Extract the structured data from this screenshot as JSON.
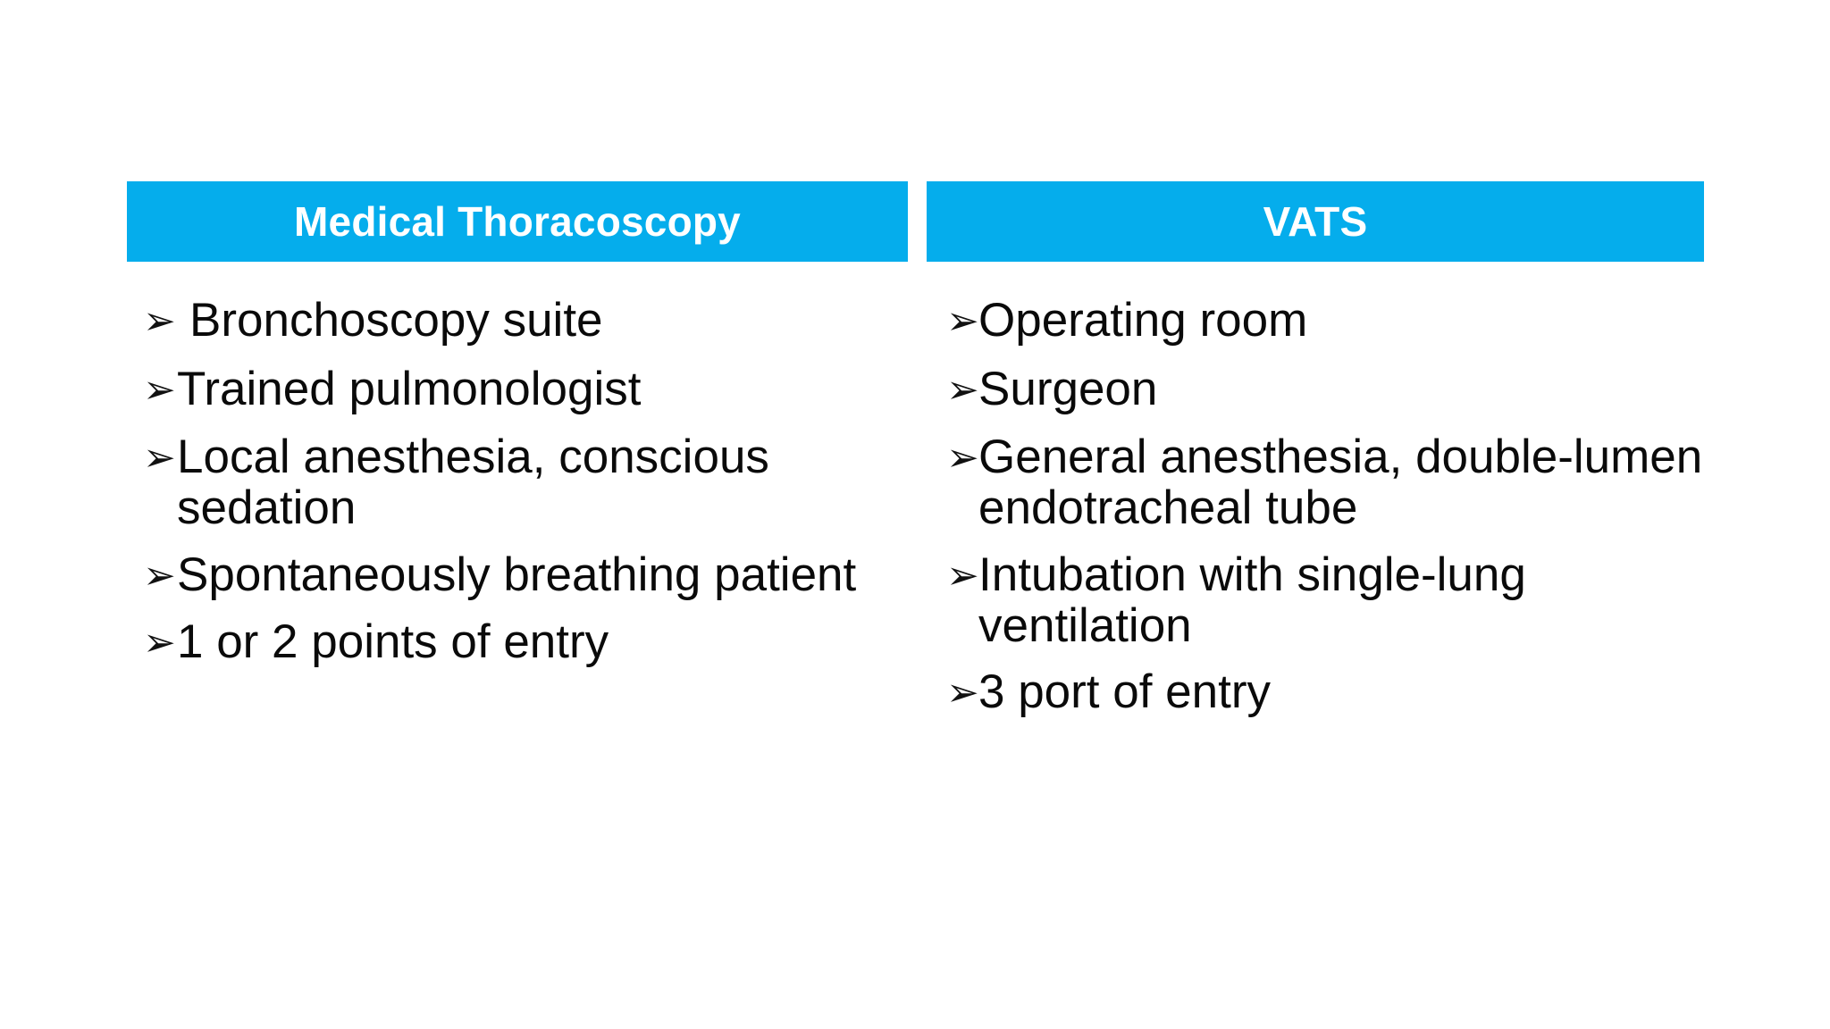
{
  "slide": {
    "background_color": "#ffffff",
    "accent_color": "#05adec",
    "header_text_color": "#ffffff",
    "body_text_color": "#0a0a0a",
    "bullet_glyph": "➢",
    "bullet_icon_name": "arrowhead-bullet-icon"
  },
  "columns": [
    {
      "id": "medical-thoracoscopy",
      "header": "Medical Thoracoscopy",
      "items": [
        "Bronchoscopy suite",
        "Trained pulmonologist",
        "Local anesthesia, conscious sedation",
        "Spontaneously breathing patient",
        "1 or 2 points of entry"
      ]
    },
    {
      "id": "vats",
      "header": "VATS",
      "items": [
        "Operating room",
        "Surgeon",
        "General anesthesia, double-lumen endotracheal tube",
        "Intubation with single-lung ventilation",
        "3 port of entry"
      ]
    }
  ]
}
